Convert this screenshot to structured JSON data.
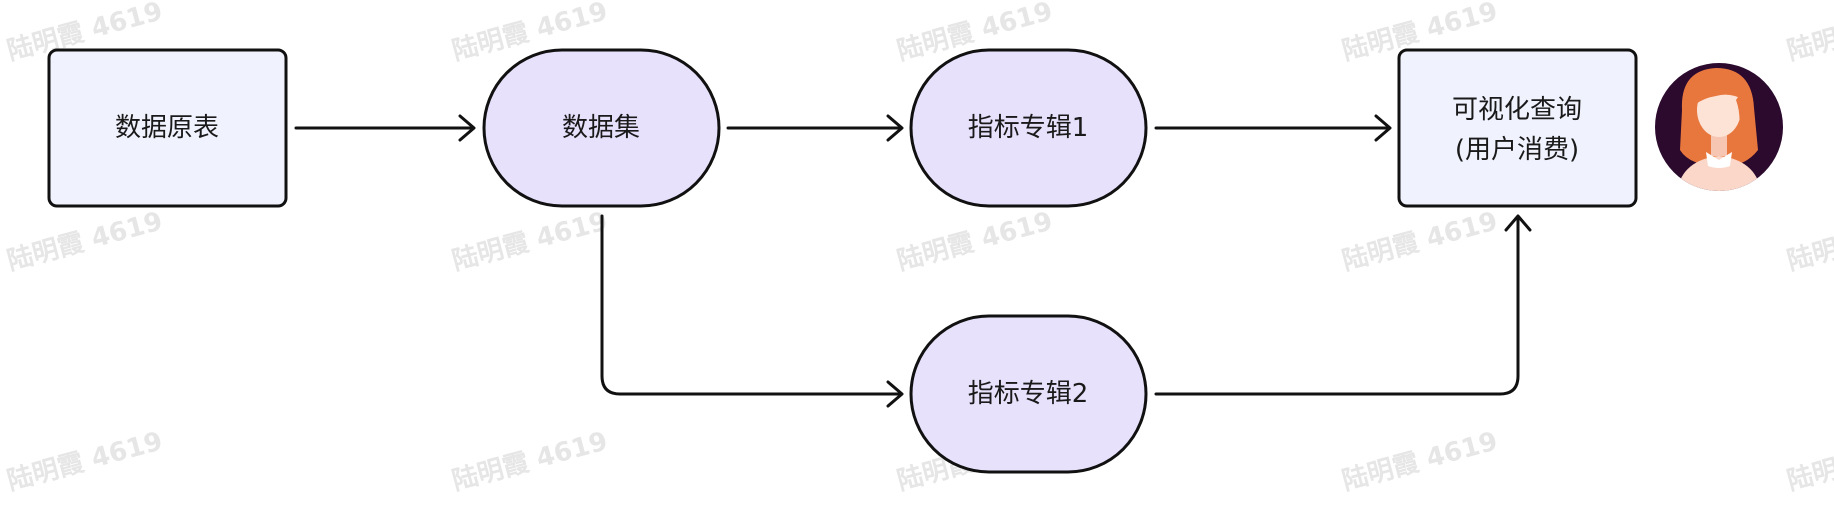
{
  "watermark": {
    "text": "陆明霞 4619"
  },
  "nodes": {
    "raw_table": {
      "label": "数据原表"
    },
    "dataset": {
      "label": "数据集"
    },
    "metric_album_1": {
      "label": "指标专辑1"
    },
    "metric_album_2": {
      "label": "指标专辑2"
    },
    "visual_query": {
      "line1": "可视化查询",
      "line2": "(用户消费)"
    }
  },
  "user_avatar": {
    "icon": "user-avatar-icon",
    "background_color": "#2b0a2e",
    "hair_color": "#e8773e",
    "skin_color": "#fde2d6"
  },
  "colors": {
    "rect_fill": "#f0f3fe",
    "pill_fill": "#e8e1fc",
    "stroke": "#111111"
  }
}
